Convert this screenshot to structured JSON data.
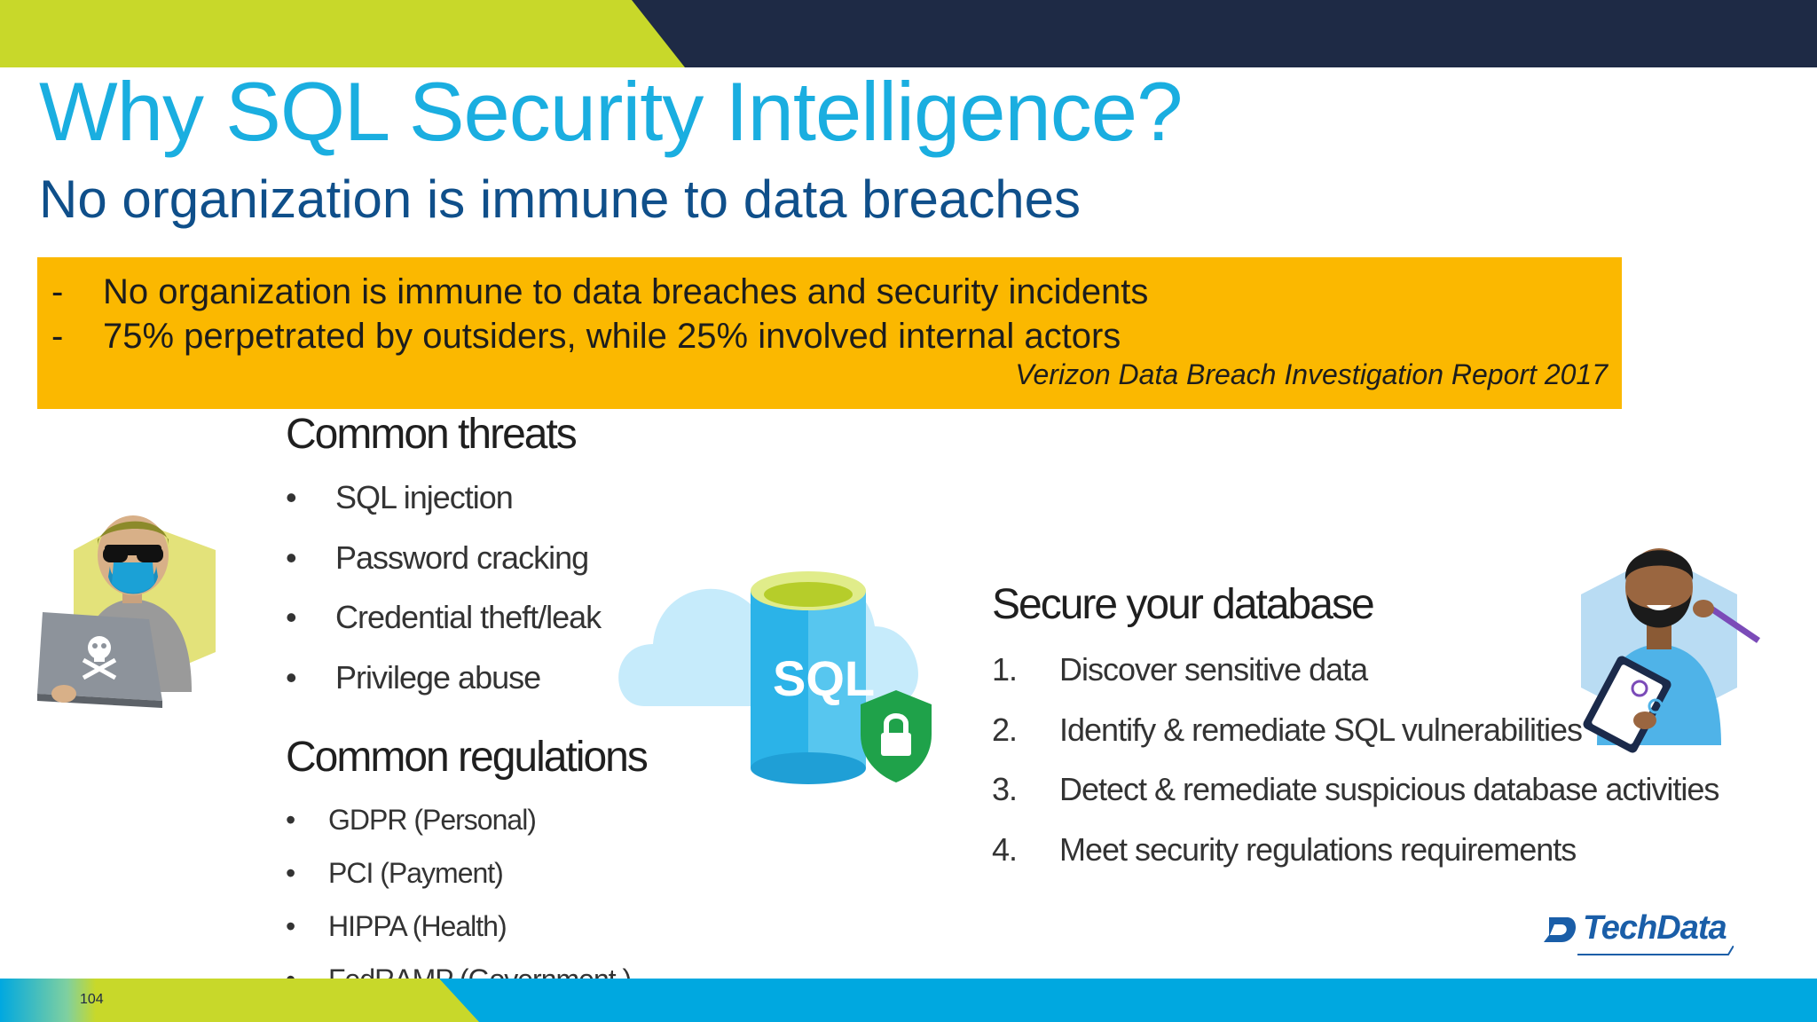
{
  "slide": {
    "title": "Why SQL Security Intelligence?",
    "subtitle": "No organization is immune to data breaches",
    "page_number": "104"
  },
  "callout": {
    "bullet_marker": "-",
    "lines": [
      "No organization is immune to data breaches and security incidents",
      "75% perpetrated by outsiders, while 25% involved internal actors"
    ],
    "source": "Verizon Data Breach Investigation Report 2017"
  },
  "threats": {
    "heading": "Common threats",
    "marker": "•",
    "items": [
      "SQL injection",
      "Password cracking",
      "Credential theft/leak",
      "Privilege abuse"
    ]
  },
  "regulations": {
    "heading": "Common regulations",
    "marker": "•",
    "items": [
      "GDPR (Personal)",
      "PCI (Payment)",
      "HIPPA (Health)",
      "FedRAMP (Government )"
    ]
  },
  "secure": {
    "heading": "Secure your database",
    "items": [
      {
        "number": "1.",
        "label": "Discover sensitive data"
      },
      {
        "number": "2.",
        "label": "Identify & remediate SQL vulnerabilities"
      },
      {
        "number": "3.",
        "label": "Detect & remediate suspicious database activities"
      },
      {
        "number": "4.",
        "label": "Meet security regulations requirements"
      }
    ]
  },
  "sql_graphic": {
    "label": "SQL"
  },
  "icons": {
    "hacker": "hacker-illustration",
    "database": "sql-database-cloud-icon",
    "shield": "lock-shield-icon",
    "analyst": "security-analyst-illustration",
    "logo": "tech-data-logo"
  },
  "brand": {
    "logo_text": "TechData"
  },
  "colors": {
    "title": "#1aaee0",
    "subtitle": "#0f4f8a",
    "callout_bg": "#fbb800",
    "navy": "#1e2a45",
    "lime": "#c8d82a",
    "cyan": "#00a8e0"
  }
}
